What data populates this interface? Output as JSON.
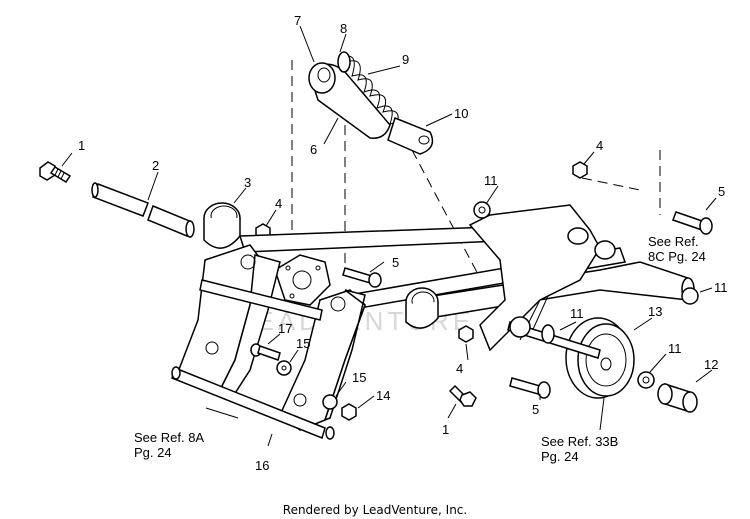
{
  "callouts": {
    "c1a": "1",
    "c1b": "1",
    "c2": "2",
    "c3": "3",
    "c4a": "4",
    "c4b": "4",
    "c4c": "4",
    "c5a": "5",
    "c5b": "5",
    "c5c": "5",
    "c6": "6",
    "c7": "7",
    "c8": "8",
    "c9": "9",
    "c10": "10",
    "c11a": "11",
    "c11b": "11",
    "c11c": "11",
    "c11d": "11",
    "c12": "12",
    "c13": "13",
    "c14": "14",
    "c15a": "15",
    "c15b": "15",
    "c16": "16",
    "c17": "17"
  },
  "references": {
    "ref_8c_line1": "See Ref.",
    "ref_8c_line2": "8C Pg. 24",
    "ref_8a_line1": "See Ref. 8A",
    "ref_8a_line2": "Pg. 24",
    "ref_33b_line1": "See Ref. 33B",
    "ref_33b_line2": "Pg. 24"
  },
  "watermark": "LEADVENTURE",
  "footer": "Rendered by LeadVenture, Inc."
}
